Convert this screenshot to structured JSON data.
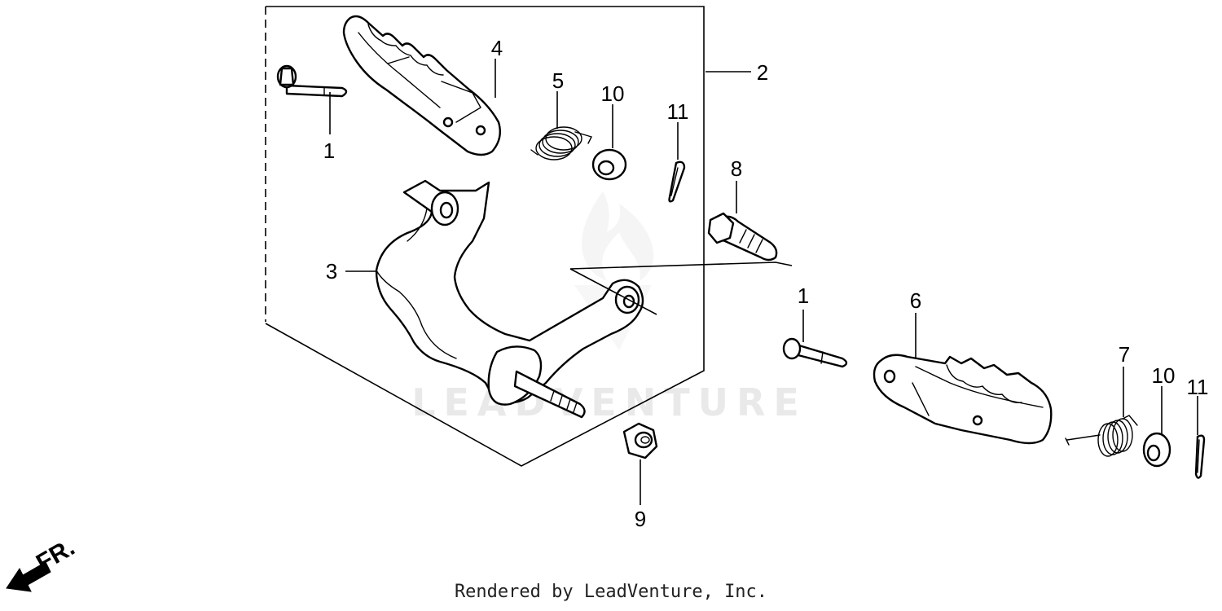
{
  "watermark": {
    "text": "LEADVENTURE"
  },
  "direction_arrow": {
    "label": "FR."
  },
  "callouts": {
    "c1a": "1",
    "c1b": "1",
    "c2": "2",
    "c3": "3",
    "c4": "4",
    "c5": "5",
    "c6": "6",
    "c7": "7",
    "c8": "8",
    "c9": "9",
    "c10a": "10",
    "c10b": "10",
    "c11a": "11",
    "c11b": "11"
  },
  "footer": {
    "text": "Rendered by LeadVenture, Inc."
  },
  "icons": [
    "flame-watermark-icon",
    "front-direction-arrow-icon"
  ]
}
